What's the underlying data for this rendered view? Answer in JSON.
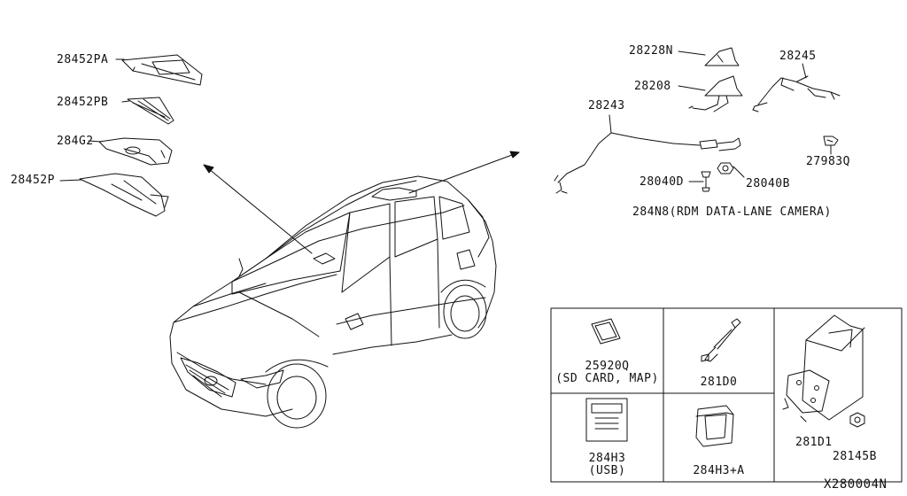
{
  "parts": {
    "p28452PA": "28452PA",
    "p28452PB": "28452PB",
    "p284G2": "284G2",
    "p28452P": "28452P",
    "p28228N": "28228N",
    "p28208": "28208",
    "p28245": "28245",
    "p28243": "28243",
    "p27983Q": "27983Q",
    "p28040D": "28040D",
    "p28040B": "28040B",
    "camera_note": "284N8(RDM DATA-LANE CAMERA)",
    "p25920Q": "25920Q",
    "p25920Q_note": "(SD CARD, MAP)",
    "p281D0": "281D0",
    "p281D1": "281D1",
    "p284H3": "284H3",
    "p284H3_note": "(USB)",
    "p284H3A": "284H3+A",
    "p28145B": "28145B"
  },
  "diagram_code": "X280004N",
  "colors": {
    "line": "#111111",
    "background": "#ffffff"
  }
}
